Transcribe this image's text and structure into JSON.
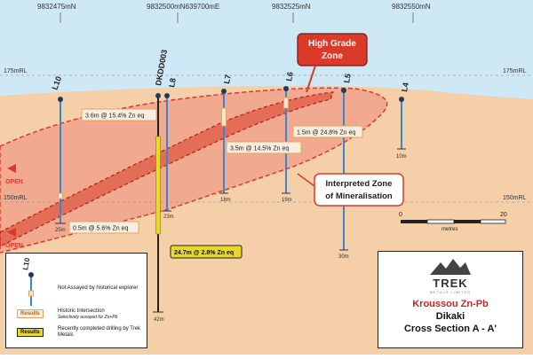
{
  "grid": {
    "eastings": [
      "9832475mN",
      "9832500mN639700mE",
      "9832525mN",
      "9832550mN"
    ],
    "rl_labels": [
      "175mRL",
      "150mRL"
    ]
  },
  "callouts": {
    "high_grade": [
      "High Grade",
      "Zone"
    ],
    "interpreted": [
      "Interpreted Zone",
      "of Mineralisation"
    ],
    "open": [
      "OPEN",
      "OPEN"
    ]
  },
  "holes": [
    {
      "name": "L10",
      "depth": "25m"
    },
    {
      "name": "DKDD003",
      "depth": "42m"
    },
    {
      "name": "L8",
      "depth": "23m"
    },
    {
      "name": "L7",
      "depth": "18m"
    },
    {
      "name": "L6",
      "depth": "19m"
    },
    {
      "name": "L5",
      "depth": "30m"
    },
    {
      "name": "L4",
      "depth": "10m"
    }
  ],
  "intersections": [
    {
      "text": "3.6m @ 15.4% Zn eq"
    },
    {
      "text": "1.5m @ 24.8% Zn eq"
    },
    {
      "text": "3.5m @ 14.5% Zn eq"
    },
    {
      "text": "0.5m @ 5.6% Zn eq"
    },
    {
      "text": "24.7m @ 2.8% Zn eq"
    }
  ],
  "scale_bar": {
    "start": "0",
    "end": "20",
    "unit": "metres"
  },
  "legend": {
    "hole_label": "L10",
    "not_assayed": "Not Assayed by historical explorer",
    "results_chip": "Results",
    "historic_title": "Historic Intersection",
    "historic_note": "Selectively assayed for Zn+Pb",
    "recent_text": "Recently completed drilling by Trek Metals"
  },
  "title_block": {
    "logo_text": "TREK",
    "logo_sub": "METALS LIMITED",
    "project": "Kroussou Zn-Pb",
    "location": "Dikaki",
    "section": "Cross Section A - A'"
  },
  "colors": {
    "sky": "#cfe8f6",
    "ground": "#f4cfa8",
    "zone": "#ee8d7b",
    "high_grade": "#d93a2a",
    "drill": "#3a86d1",
    "new_drill": "#e8d829",
    "label_border": "#e8a25a"
  }
}
